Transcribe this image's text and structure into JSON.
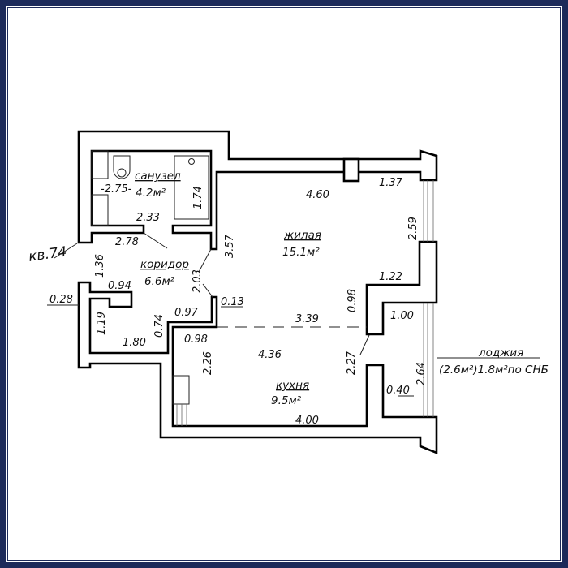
{
  "plan": {
    "apartment_label": "кв.74",
    "rooms": {
      "bathroom": {
        "name": "санузел",
        "area": "4.2м²"
      },
      "corridor": {
        "name": "коридор",
        "area": "6.6м²"
      },
      "living": {
        "name": "жилая",
        "area": "15.1м²"
      },
      "kitchen": {
        "name": "кухня",
        "area": "9.5м²"
      },
      "loggia": {
        "name": "лоджия",
        "area": "(2.6м²)1.8м²по СНБ"
      }
    },
    "dimensions": {
      "bath_width": "-2.75-",
      "bath_174": "1.74",
      "bath_233": "2.33",
      "cor_278": "2.78",
      "cor_357": "3.57",
      "cor_136": "1.36",
      "cor_094": "0.94",
      "cor_028": "0.28",
      "cor_119": "1.19",
      "cor_180": "1.80",
      "cor_074": "0.74",
      "cor_097": "0.97",
      "cor_013": "0.13",
      "cor_203": "2.03",
      "kit_098": "0.98",
      "kit_226": "2.26",
      "kit_436": "4.36",
      "kit_400": "4.00",
      "kit_227": "2.27",
      "liv_339": "3.39",
      "liv_098": "0.98",
      "liv_100": "1.00",
      "liv_122": "1.22",
      "liv_259": "2.59",
      "liv_137": "1.37",
      "liv_460": "4.60",
      "log_264": "2.64",
      "log_040": "0.40"
    }
  }
}
